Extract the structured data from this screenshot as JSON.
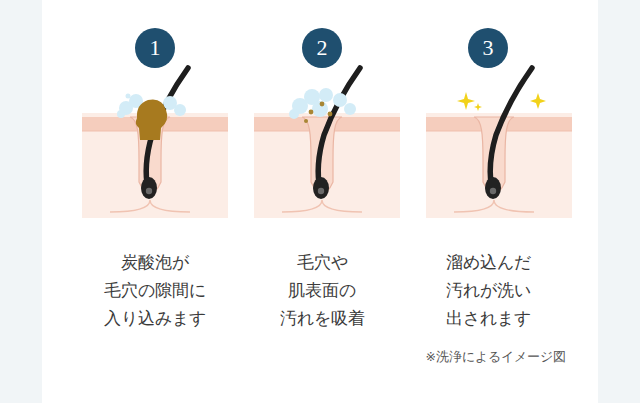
{
  "diagram": {
    "nodes": [
      {
        "text": [
          "1"
        ]
      },
      {
        "text": [
          "2"
        ]
      },
      {
        "text": [
          "3"
        ]
      }
    ],
    "labels": [
      "炭酸泡が 毛穴の隙間に 入り込みます",
      "毛穴や 肌表面の 汚れを吸着",
      "溜め込んだ 汚れが洗い 出されます",
      "※洗浄によるイメージ図"
    ]
  }
}
